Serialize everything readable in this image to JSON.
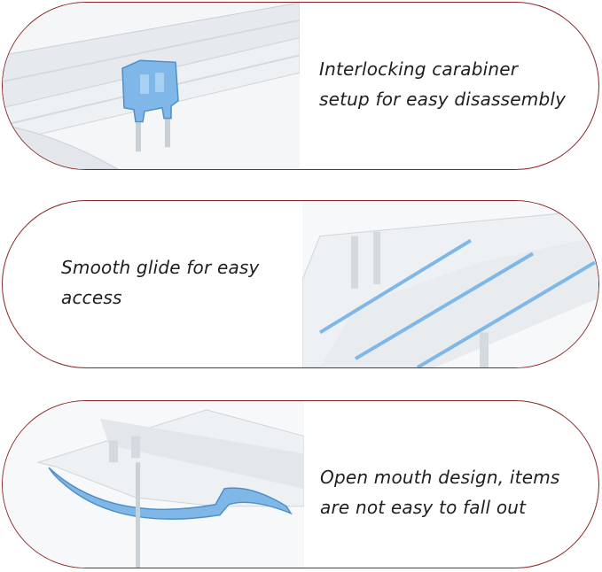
{
  "panels": [
    {
      "caption_lines": [
        "Interlocking carabiner",
        "setup for easy disassembly"
      ],
      "image": "carabiner-clip-closeup",
      "accent_color": "#8a2424"
    },
    {
      "caption_lines": [
        "Smooth glide for easy",
        "access"
      ],
      "image": "drawer-glide-rails",
      "accent_color": "#8a2424"
    },
    {
      "caption_lines": [
        "Open mouth design, items",
        "are not easy to fall out"
      ],
      "image": "open-mouth-tray",
      "accent_color": "#8a2424"
    }
  ],
  "colors": {
    "border": "#8a2424",
    "plastic_blue": "#7fb8e8",
    "clear_plastic": "#e8edf2"
  }
}
